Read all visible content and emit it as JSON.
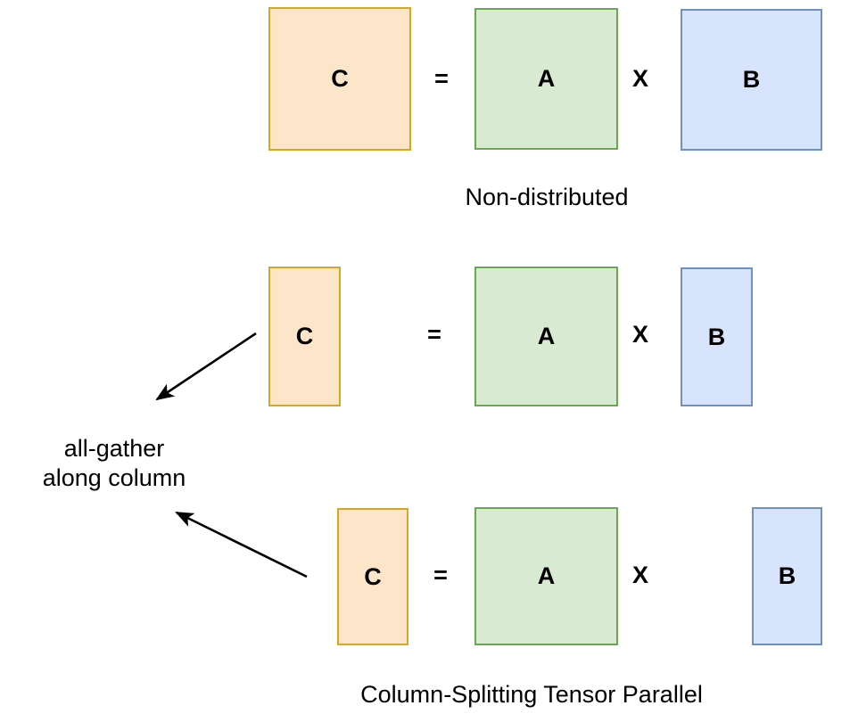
{
  "diagram": {
    "title_visible": false,
    "background": "#ffffff",
    "colors": {
      "matrix_c_fill": "#fce5c8",
      "matrix_c_border": "#d6a720",
      "matrix_a_fill": "#d9ead3",
      "matrix_a_border": "#6aa84f",
      "matrix_b_fill": "#d8e4fc",
      "matrix_b_border": "#6d91c4",
      "text": "#000000",
      "arrow": "#000000"
    },
    "rows": [
      {
        "name": "non-distributed",
        "caption": "Non-distributed",
        "boxes": [
          {
            "label": "C",
            "kind": "c"
          },
          {
            "label": "A",
            "kind": "a"
          },
          {
            "label": "B",
            "kind": "b"
          }
        ],
        "operators": [
          "=",
          "X"
        ]
      },
      {
        "name": "tensor-parallel-shard-1",
        "caption": "",
        "boxes": [
          {
            "label": "C",
            "kind": "c"
          },
          {
            "label": "A",
            "kind": "a"
          },
          {
            "label": "B",
            "kind": "b"
          }
        ],
        "operators": [
          "=",
          "X"
        ]
      },
      {
        "name": "tensor-parallel-shard-2",
        "caption": "Column-Splitting Tensor Parallel",
        "boxes": [
          {
            "label": "C",
            "kind": "c"
          },
          {
            "label": "A",
            "kind": "a"
          },
          {
            "label": "B",
            "kind": "b"
          }
        ],
        "operators": [
          "=",
          "X"
        ]
      }
    ],
    "annotation": {
      "line1": "all-gather",
      "line2": "along column"
    },
    "arrows": [
      {
        "name": "all-gather-arrow-from-shard-1"
      },
      {
        "name": "all-gather-arrow-from-shard-2"
      }
    ]
  }
}
